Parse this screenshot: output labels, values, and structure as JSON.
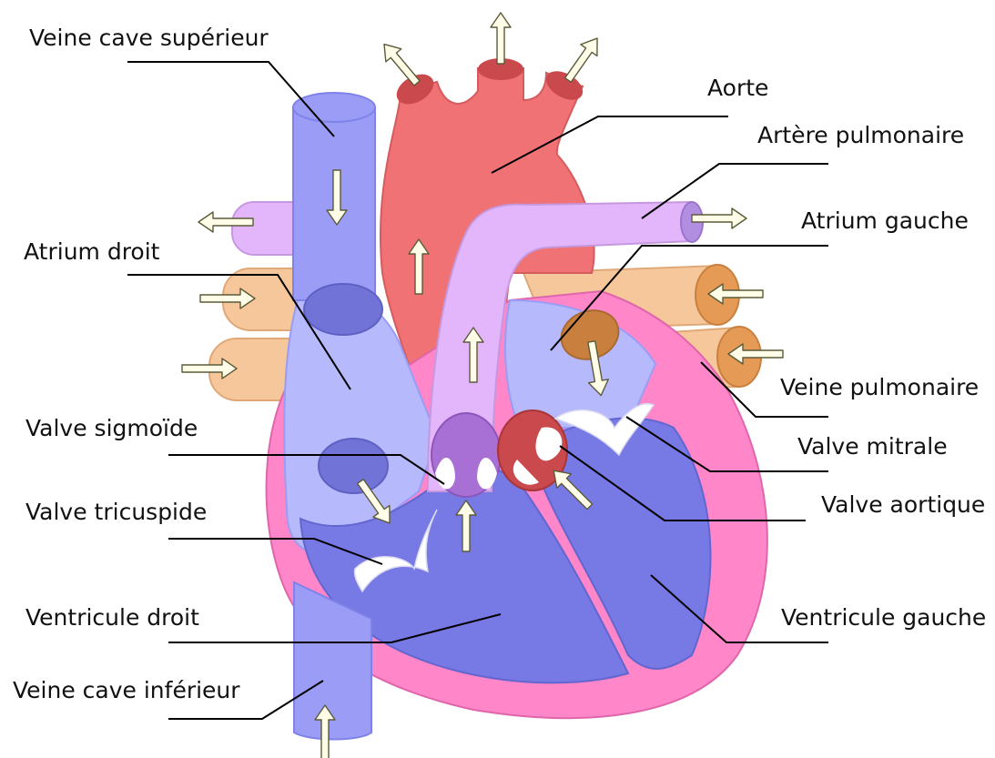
{
  "labels": {
    "vena_cava_superior": "Veine cave supérieur",
    "aorta": "Aorte",
    "pulmonary_artery": "Artère pulmonaire",
    "left_atrium": "Atrium gauche",
    "right_atrium": "Atrium droit",
    "pulmonary_vein": "Veine pulmonaire",
    "semilunar_valve": "Valve sigmoïde",
    "mitral_valve": "Valve mitrale",
    "aortic_valve": "Valve aortique",
    "tricuspid_valve": "Valve tricuspide",
    "right_ventricle": "Ventricule droit",
    "left_ventricle": "Ventricule gauche",
    "vena_cava_inferior": "Veine cave inférieur"
  },
  "colors": {
    "deoxygenated_vessel": "#9a9cf6",
    "right_atrium_fill": "#b6b9fb",
    "ventricle_fill": "#7779e4",
    "oxygenated_vessel": "#f07274",
    "aorta_dark": "#c9494c",
    "pulmonary_artery_fill": "#e3b6fb",
    "pulmonary_vein_fill": "#f6c79a",
    "pulmonary_vein_dark": "#e59a55",
    "myocardium": "#ff86c8",
    "valve_white": "#ffffff",
    "flow_arrow": "#fffde8"
  }
}
